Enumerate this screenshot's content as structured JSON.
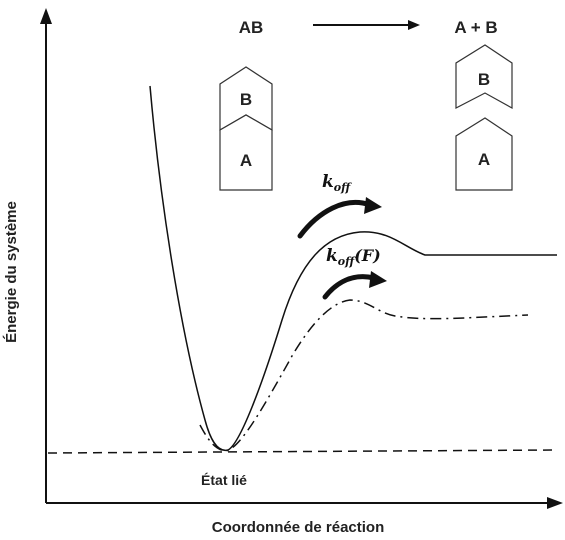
{
  "axes": {
    "y_label": "Énergie du système",
    "x_label": "Coordonnée de réaction"
  },
  "reaction": {
    "reactant": "AB",
    "products": "A + B",
    "block_top_left": "B",
    "block_bottom_left": "A",
    "block_top_right": "B",
    "block_bottom_right": "A"
  },
  "rates": {
    "koff_main": "k",
    "koff_sub": "off",
    "koff_force_main": "k",
    "koff_force_sub": "off",
    "koff_force_suffix": "(F)"
  },
  "state_label": "État lié",
  "colors": {
    "stroke": "#111111",
    "block_stroke": "#333333"
  }
}
